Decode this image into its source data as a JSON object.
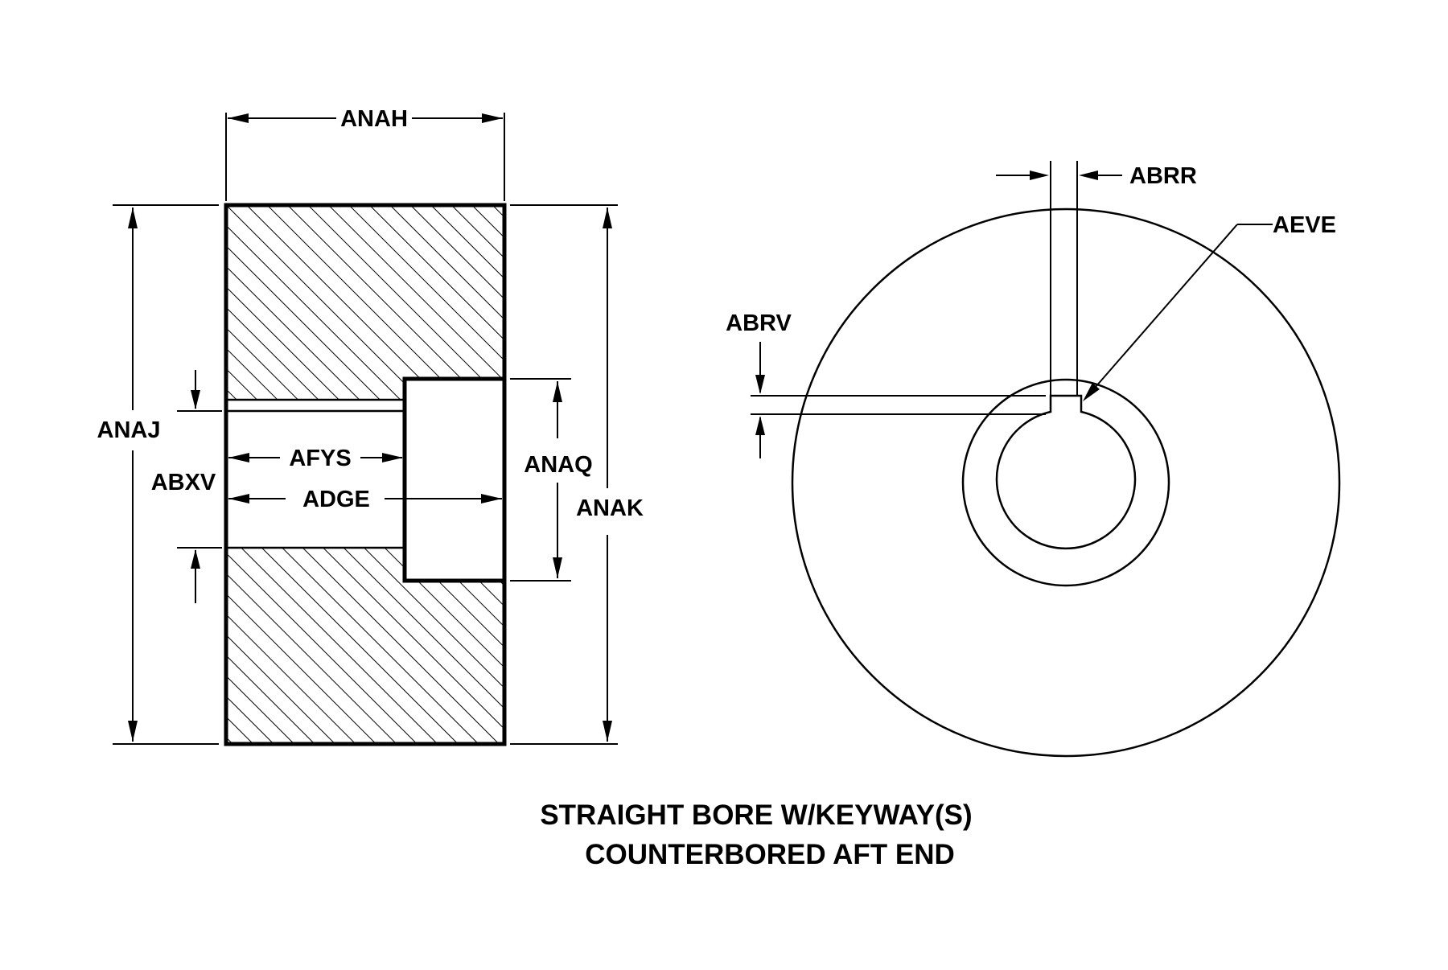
{
  "labels": {
    "anah": "ANAH",
    "anaj": "ANAJ",
    "anak": "ANAK",
    "anaq": "ANAQ",
    "abxv": "ABXV",
    "afys": "AFYS",
    "adge": "ADGE",
    "abrr": "ABRR",
    "abrv": "ABRV",
    "aeve": "AEVE"
  },
  "caption": {
    "line1": "STRAIGHT BORE W/KEYWAY(S)",
    "line2": "COUNTERBORED AFT END"
  }
}
